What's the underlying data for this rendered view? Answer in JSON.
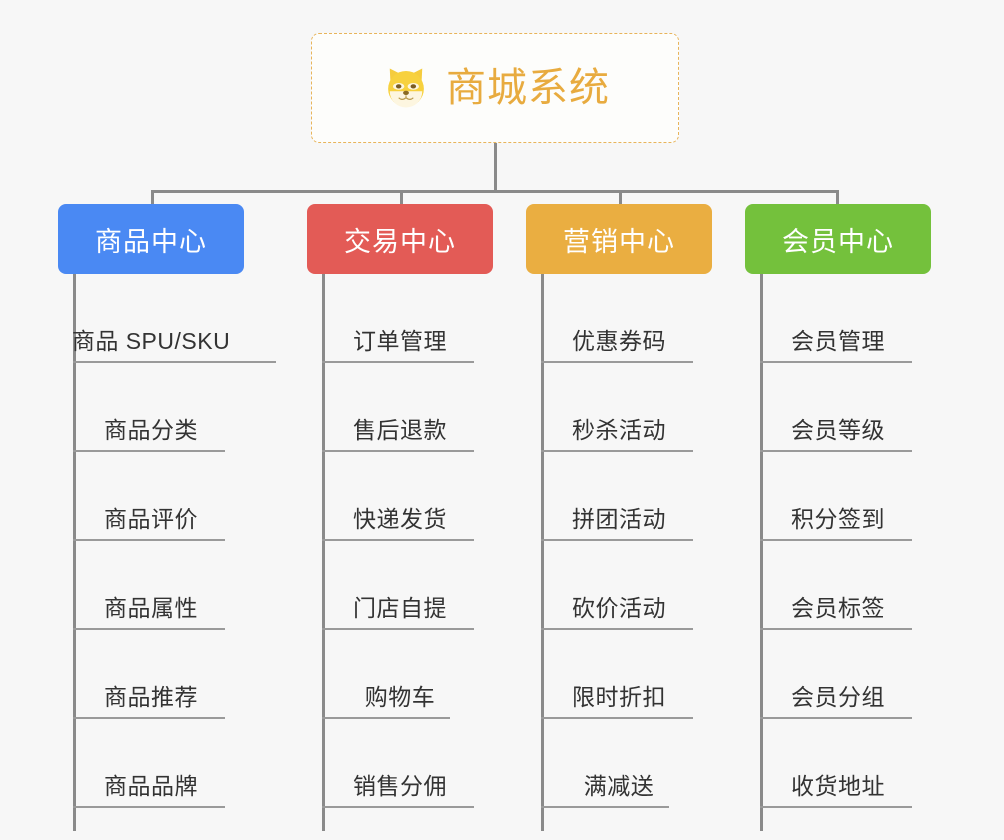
{
  "page": {
    "background_color": "#f7f7f7",
    "connector_color": "#8a8a8a"
  },
  "root": {
    "title": "商城系统",
    "icon": "shiba-dog-face-icon",
    "border_color": "#e8b45a",
    "text_color": "#e8ab3f",
    "background_color": "#fdfdfb"
  },
  "columns": [
    {
      "title": "商品中心",
      "color": "#4a89f3",
      "items": [
        "商品 SPU/SKU",
        "商品分类",
        "商品评价",
        "商品属性",
        "商品推荐",
        "商品品牌"
      ]
    },
    {
      "title": "交易中心",
      "color": "#e35b56",
      "items": [
        "订单管理",
        "售后退款",
        "快递发货",
        "门店自提",
        "购物车",
        "销售分佣"
      ]
    },
    {
      "title": "营销中心",
      "color": "#eaae41",
      "items": [
        "优惠券码",
        "秒杀活动",
        "拼团活动",
        "砍价活动",
        "限时折扣",
        "满减送"
      ]
    },
    {
      "title": "会员中心",
      "color": "#74c13c",
      "items": [
        "会员管理",
        "会员等级",
        "积分签到",
        "会员标签",
        "会员分组",
        "收货地址"
      ]
    }
  ]
}
